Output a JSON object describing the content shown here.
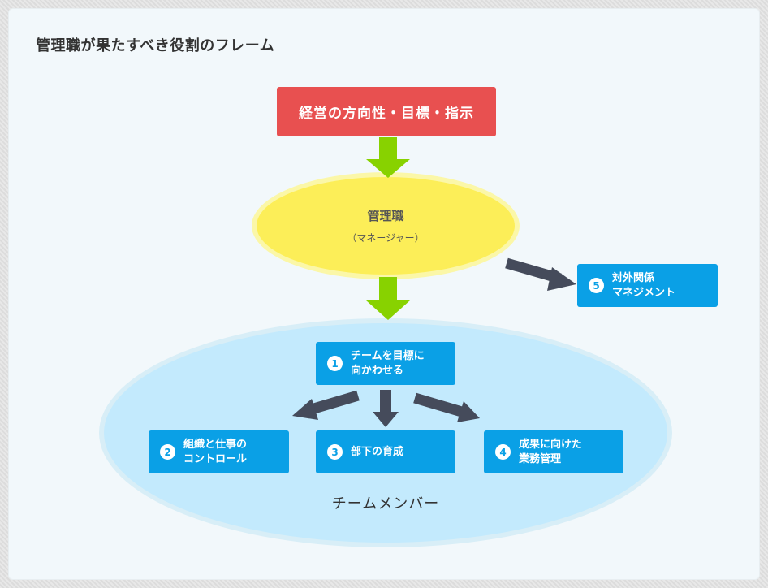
{
  "title": "管理職が果たすべき役割のフレーム",
  "top_box": "経営の方向性・目標・指示",
  "manager": {
    "title": "管理職",
    "subtitle": "（マネージャー）"
  },
  "team_label": "チームメンバー",
  "roles": [
    {
      "num": "1",
      "line1": "チームを目標に",
      "line2": "向かわせる"
    },
    {
      "num": "2",
      "line1": "組織と仕事の",
      "line2": "コントロール"
    },
    {
      "num": "3",
      "line1": "部下の育成",
      "line2": ""
    },
    {
      "num": "4",
      "line1": "成果に向けた",
      "line2": "業務管理"
    },
    {
      "num": "5",
      "line1": "対外関係",
      "line2": "マネジメント"
    }
  ],
  "colors": {
    "red": "#e85050",
    "yellow": "#fcee58",
    "blue_box": "#0aa0e6",
    "team_ellipse": "#c3eafd",
    "green_arrow": "#88d200",
    "dark_arrow": "#454b5b"
  }
}
